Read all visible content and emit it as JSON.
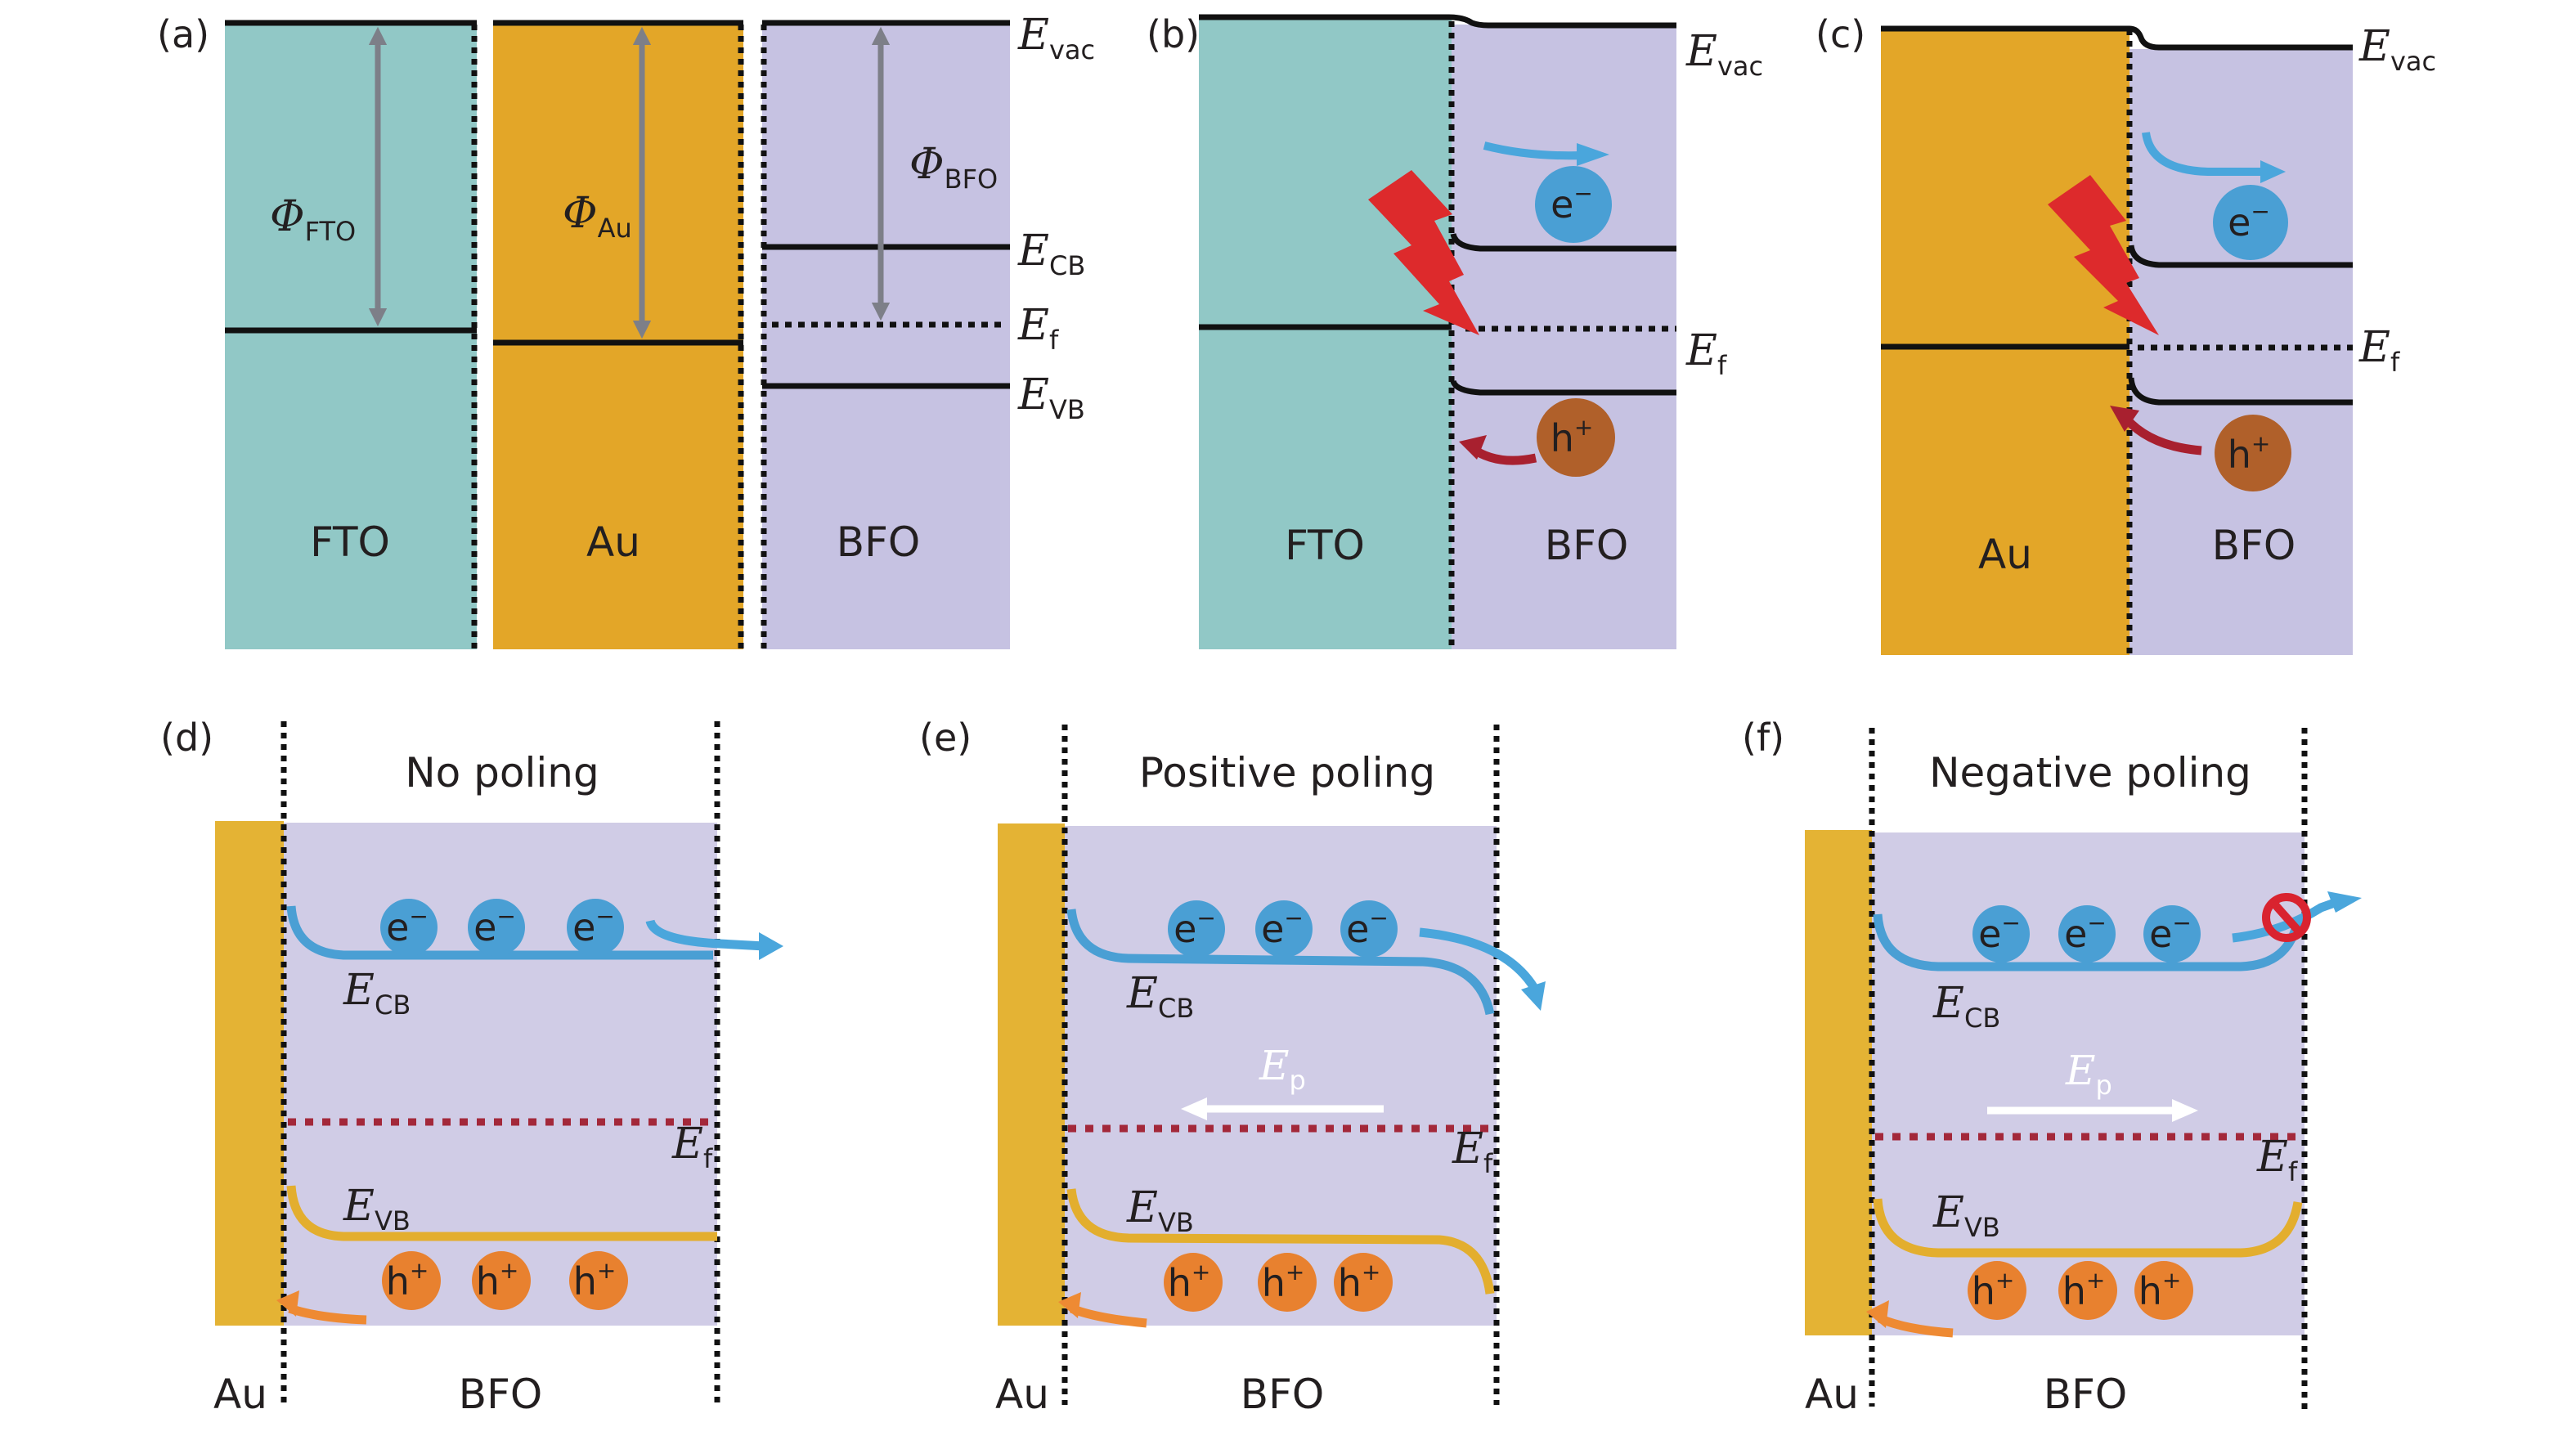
{
  "colors": {
    "fto": "#91c8c6",
    "au_top": "#e3a628",
    "bfo_top": "#c6c2e2",
    "au_bottom": "#e4b334",
    "bfo_bottom": "#d0cce6",
    "level_line": "#111111",
    "work_function_arrow": "#7d7f88",
    "electron": "#4a9fd4",
    "electron_arrow": "#4aa6dc",
    "hole_top": "#b0602a",
    "hole_bottom": "#e8812f",
    "hole_arrow_top": "#a8202f",
    "hole_arrow_bottom": "#ee8a33",
    "vb_curve": "#e3ae2e",
    "fermi_dotted": "#a3283a",
    "lightning": "#dd2a2c",
    "field_arrow": "#ffffff",
    "block_sign": "#d9232f"
  },
  "panels": {
    "a": {
      "label": "(a)",
      "materials": [
        "FTO",
        "Au",
        "BFO"
      ],
      "work_functions": [
        {
          "symbol": "Φ",
          "sub": "FTO"
        },
        {
          "symbol": "Φ",
          "sub": "Au"
        },
        {
          "symbol": "Φ",
          "sub": "BFO"
        }
      ],
      "levels": [
        {
          "symbol": "E",
          "sub": "vac"
        },
        {
          "symbol": "E",
          "sub": "CB"
        },
        {
          "symbol": "E",
          "sub": "f"
        },
        {
          "symbol": "E",
          "sub": "VB"
        }
      ]
    },
    "b": {
      "label": "(b)",
      "materials": [
        "FTO",
        "BFO"
      ],
      "levels": [
        {
          "symbol": "E",
          "sub": "vac"
        },
        {
          "symbol": "E",
          "sub": "f"
        }
      ],
      "electron": {
        "symbol": "e",
        "charge": "−"
      },
      "hole": {
        "symbol": "h",
        "charge": "+"
      }
    },
    "c": {
      "label": "(c)",
      "materials": [
        "Au",
        "BFO"
      ],
      "levels": [
        {
          "symbol": "E",
          "sub": "vac"
        },
        {
          "symbol": "E",
          "sub": "f"
        }
      ],
      "electron": {
        "symbol": "e",
        "charge": "−"
      },
      "hole": {
        "symbol": "h",
        "charge": "+"
      }
    },
    "d": {
      "label": "(d)",
      "title": "No poling",
      "materials": [
        "Au",
        "BFO"
      ],
      "levels": [
        {
          "symbol": "E",
          "sub": "CB"
        },
        {
          "symbol": "E",
          "sub": "f"
        },
        {
          "symbol": "E",
          "sub": "VB"
        }
      ],
      "electrons": [
        {
          "symbol": "e",
          "charge": "−"
        },
        {
          "symbol": "e",
          "charge": "−"
        },
        {
          "symbol": "e",
          "charge": "−"
        }
      ],
      "holes": [
        {
          "symbol": "h",
          "charge": "+"
        },
        {
          "symbol": "h",
          "charge": "+"
        },
        {
          "symbol": "h",
          "charge": "+"
        }
      ]
    },
    "e": {
      "label": "(e)",
      "title": "Positive poling",
      "materials": [
        "Au",
        "BFO"
      ],
      "levels": [
        {
          "symbol": "E",
          "sub": "CB"
        },
        {
          "symbol": "E",
          "sub": "f"
        },
        {
          "symbol": "E",
          "sub": "VB"
        }
      ],
      "field": {
        "symbol": "E",
        "sub": "p",
        "direction": "left"
      },
      "electrons": [
        {
          "symbol": "e",
          "charge": "−"
        },
        {
          "symbol": "e",
          "charge": "−"
        },
        {
          "symbol": "e",
          "charge": "−"
        }
      ],
      "holes": [
        {
          "symbol": "h",
          "charge": "+"
        },
        {
          "symbol": "h",
          "charge": "+"
        },
        {
          "symbol": "h",
          "charge": "+"
        }
      ]
    },
    "f": {
      "label": "(f)",
      "title": "Negative poling",
      "materials": [
        "Au",
        "BFO"
      ],
      "levels": [
        {
          "symbol": "E",
          "sub": "CB"
        },
        {
          "symbol": "E",
          "sub": "f"
        },
        {
          "symbol": "E",
          "sub": "VB"
        }
      ],
      "field": {
        "symbol": "E",
        "sub": "p",
        "direction": "right"
      },
      "electrons": [
        {
          "symbol": "e",
          "charge": "−"
        },
        {
          "symbol": "e",
          "charge": "−"
        },
        {
          "symbol": "e",
          "charge": "−"
        }
      ],
      "holes": [
        {
          "symbol": "h",
          "charge": "+"
        },
        {
          "symbol": "h",
          "charge": "+"
        },
        {
          "symbol": "h",
          "charge": "+"
        }
      ],
      "electron_transfer_blocked": true
    }
  }
}
